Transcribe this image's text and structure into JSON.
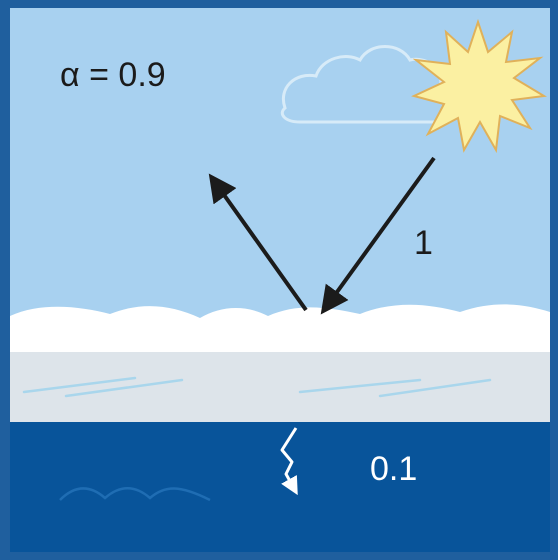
{
  "labels": {
    "albedo": "α = 0.9",
    "incoming": "1",
    "absorbed": "0.1"
  },
  "colors": {
    "frame": "#1f5f9e",
    "sky": "#a8d1f0",
    "cloud_outline": "#d7ebf8",
    "snow": "#ffffff",
    "ice": "#dde4ea",
    "ice_streak": "#a9d6ec",
    "ocean": "#08549a",
    "wave": "#1f6db3",
    "sun_fill": "#fbf0a2",
    "sun_stroke": "#e0b15a",
    "arrow": "#1b1b1b"
  },
  "icons": {
    "sun": "sun-icon",
    "cloud": "cloud-icon",
    "transmitted_arrow": "zigzag-arrow-icon"
  }
}
